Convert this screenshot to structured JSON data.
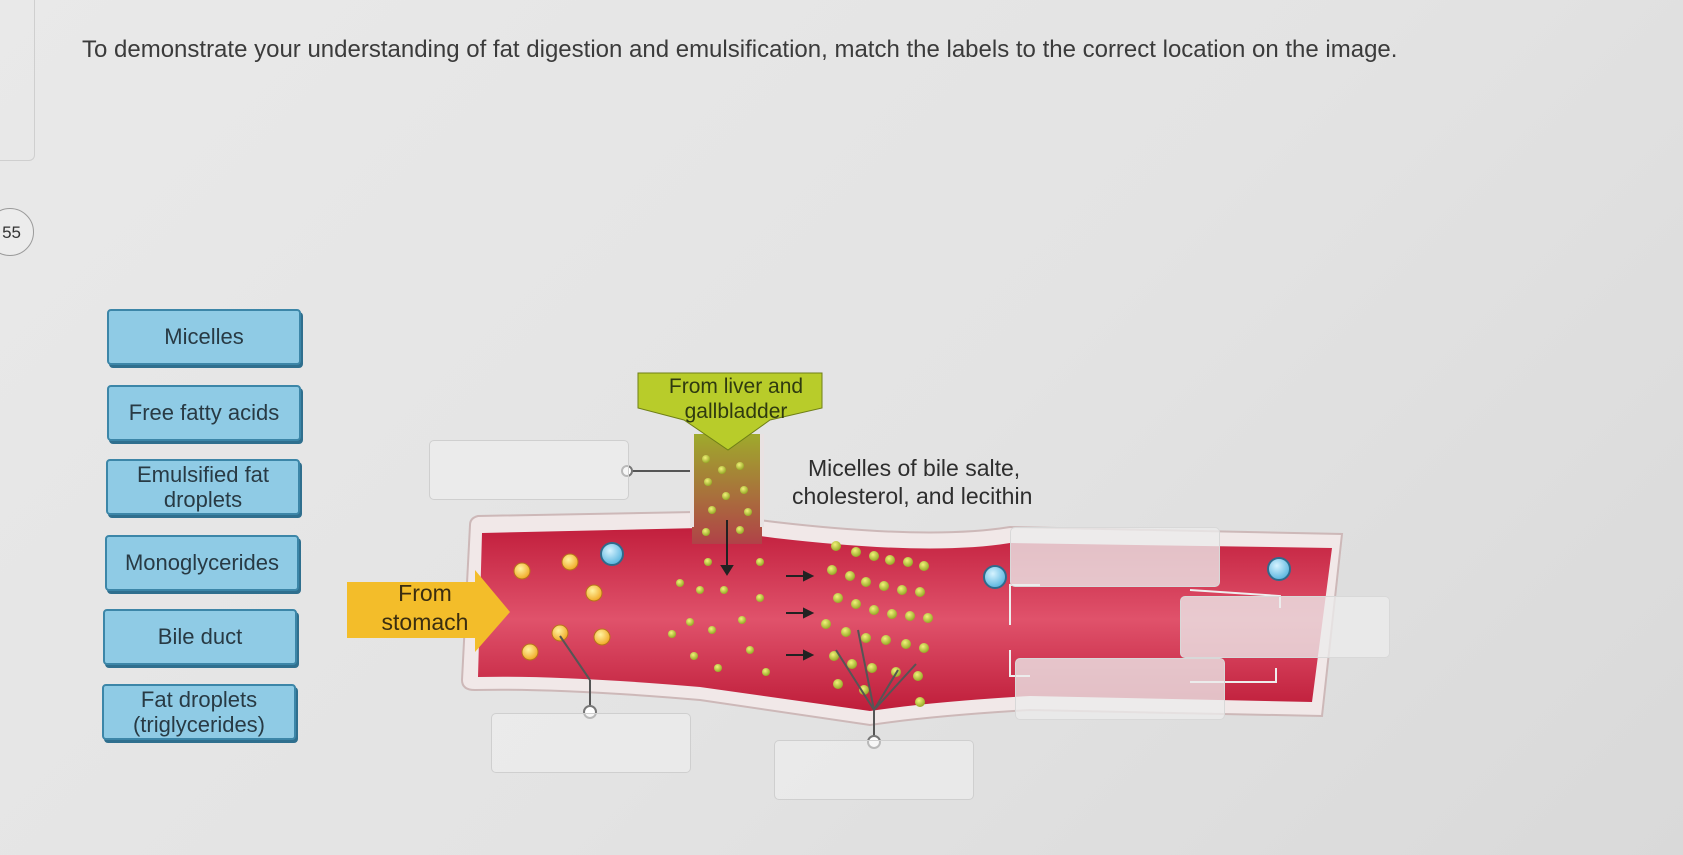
{
  "question_number": "55",
  "prompt": "To demonstrate your understanding of fat digestion and emulsification, match the labels to the correct location on the image.",
  "labels": [
    {
      "line1": "Micelles",
      "line2": ""
    },
    {
      "line1": "Free fatty acids",
      "line2": ""
    },
    {
      "line1": "Emulsified fat",
      "line2": "droplets"
    },
    {
      "line1": "Monoglycerides",
      "line2": ""
    },
    {
      "line1": "Bile duct",
      "line2": ""
    },
    {
      "line1": "Fat droplets",
      "line2": "(triglycerides)"
    }
  ],
  "diagram": {
    "liver_label_line1": "From liver and",
    "liver_label_line2": "gallbladder",
    "stomach_label_line1": "From",
    "stomach_label_line2": "stomach",
    "micelles_note_line1": "Micelles of bile salte,",
    "micelles_note_line2": "cholesterol, and lecithin"
  },
  "colors": {
    "chip_fill": "#8fcbe5",
    "chip_border": "#3c86a8",
    "intestine": "#d23a55",
    "bile_green": "#b5c92a",
    "stomach_yellow": "#f3bd2a"
  }
}
